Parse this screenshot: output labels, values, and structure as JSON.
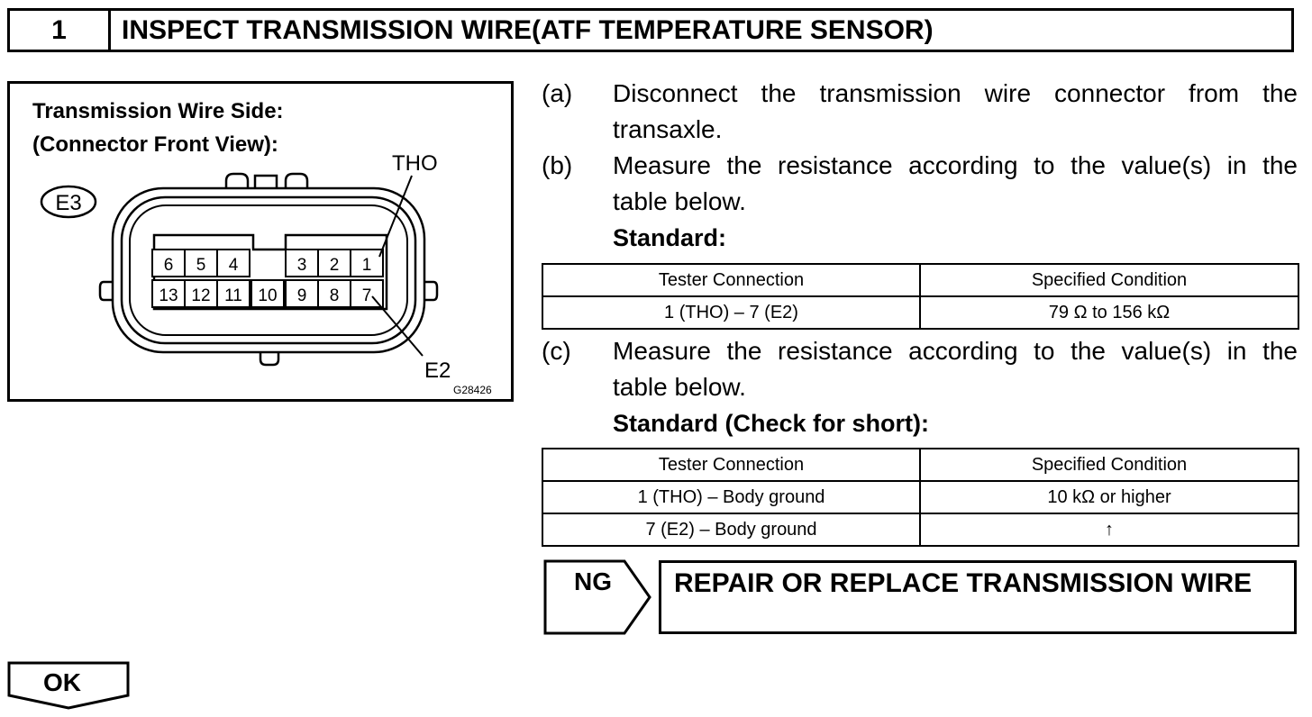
{
  "header": {
    "step_number": "1",
    "title": "INSPECT TRANSMISSION WIRE(ATF TEMPERATURE SENSOR)"
  },
  "figure": {
    "caption_line1": "Transmission Wire Side:",
    "caption_line2": "(Connector Front View):",
    "connector_code": "E3",
    "label_top": "THO",
    "label_bottom": "E2",
    "figure_id": "G28426",
    "pins_top_row": [
      "6",
      "5",
      "4",
      "",
      "3",
      "2",
      "1"
    ],
    "pins_bottom_row": [
      "13",
      "12",
      "11",
      "10",
      "9",
      "8",
      "7"
    ]
  },
  "steps": {
    "a_letter": "(a)",
    "a_line1": "Disconnect the transmission wire connector from the",
    "a_line2": "transaxle.",
    "b_letter": "(b)",
    "b_line1": "Measure the resistance according to the value(s) in the",
    "b_line2": "table below.",
    "b_standard": "Standard:",
    "c_letter": "(c)",
    "c_line1": "Measure the resistance according to the value(s) in the",
    "c_line2": "table below.",
    "c_standard": "Standard (Check for short):"
  },
  "table1": {
    "headers": [
      "Tester Connection",
      "Specified Condition"
    ],
    "rows": [
      [
        "1 (THO) – 7 (E2)",
        "79 Ω to 156 kΩ"
      ]
    ]
  },
  "table2": {
    "headers": [
      "Tester Connection",
      "Specified Condition"
    ],
    "rows": [
      [
        "1 (THO) – Body ground",
        "10 kΩ or higher"
      ],
      [
        "7 (E2) – Body ground",
        "↑"
      ]
    ]
  },
  "ng": {
    "label": "NG",
    "message": "REPAIR OR REPLACE TRANSMISSION WIRE"
  },
  "ok": {
    "label": "OK"
  }
}
